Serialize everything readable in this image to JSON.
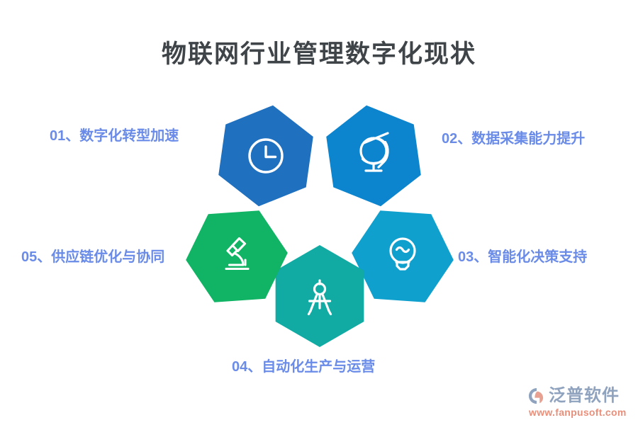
{
  "page": {
    "title": "物联网行业管理数字化现状",
    "background_color": "#ffffff",
    "title_color": "#3f4448"
  },
  "steps": [
    {
      "id": "01",
      "label": "01、数字化转型加速",
      "label_color": "#6a8ce8",
      "icon": "clock-icon",
      "hex_color": "#2070c0",
      "position": "top-left"
    },
    {
      "id": "02",
      "label": "02、数据采集能力提升",
      "label_color": "#6a8ce8",
      "icon": "globe-icon",
      "hex_color": "#0c85ce",
      "position": "top-right"
    },
    {
      "id": "03",
      "label": "03、智能化决策支持",
      "label_color": "#6a8ce8",
      "icon": "lightbulb-icon",
      "hex_color": "#10a0ce",
      "position": "right"
    },
    {
      "id": "04",
      "label": "04、自动化生产与运营",
      "label_color": "#6a8ce8",
      "icon": "compass-icon",
      "hex_color": "#11aba4",
      "position": "bottom"
    },
    {
      "id": "05",
      "label": "05、供应链优化与协同",
      "label_color": "#6a8ce8",
      "icon": "microscope-icon",
      "hex_color": "#11b464",
      "position": "left"
    }
  ],
  "brand": {
    "name": "泛普软件",
    "url": "www.fanpusoft.com",
    "name_color": "#8fa3bf",
    "url_color": "#e98f7a",
    "mark_colors": [
      "#8fa3bf",
      "#e8a191"
    ]
  }
}
